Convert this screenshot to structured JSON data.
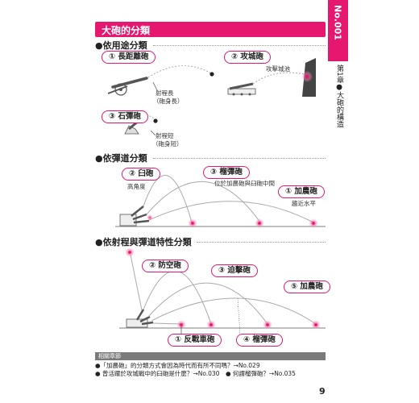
{
  "header": {
    "title": "大砲的分類"
  },
  "side": {
    "number": "No.001",
    "chapter": "第1章●大砲的構造"
  },
  "sections": [
    {
      "heading": "●依用途分類"
    },
    {
      "heading": "●依彈道分類"
    },
    {
      "heading": "●依射程與彈道特性分類"
    }
  ],
  "usage": {
    "long_range": "① 長距離砲",
    "long_note_1": "射程長",
    "long_note_2": "（砲身長）",
    "siege": "② 攻城砲",
    "siege_note": "攻擊城池",
    "stone": "③ 石彈砲",
    "stone_note_1": "射程短",
    "stone_note_2": "（砲身短）"
  },
  "trajectory": {
    "mortar": "② 臼砲",
    "mortar_note": "高角度",
    "howitzer": "③ 榴彈砲",
    "howitzer_note": "位於加農砲與臼砲中間",
    "cannon": "① 加農砲",
    "cannon_note": "趨近水平"
  },
  "range_char": {
    "aa": "② 防空砲",
    "mortar": "③ 迫擊砲",
    "cannon": "⑤ 加農砲",
    "antitank": "① 反戰車砲",
    "howitzer": "④ 榴彈砲"
  },
  "related": {
    "title": "相關章節",
    "line1": "●「加農砲」的分類方式會因為時代而有所不同嗎？→No.029",
    "line2": "● 曾活躍於攻城戰中的臼砲是什麼？→No.030　● 何謂榴彈砲？→No.035"
  },
  "page_number": "9",
  "colors": {
    "accent": "#e5176f",
    "related_bar": "#7a7a7a"
  }
}
